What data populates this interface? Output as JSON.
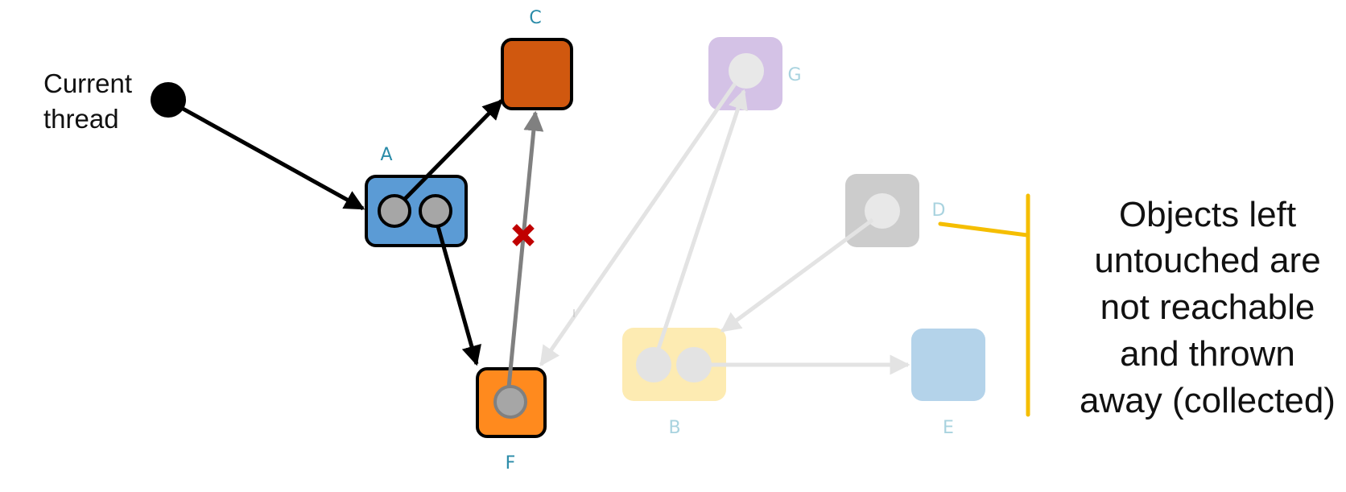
{
  "diagram": {
    "thread_label": {
      "line1": "Current",
      "line2": "thread"
    },
    "nodes": {
      "A": {
        "label": "A",
        "fill": "#5B9BD5",
        "state": "reachable"
      },
      "C": {
        "label": "C",
        "fill": "#D0580F",
        "state": "reachable"
      },
      "F": {
        "label": "F",
        "fill": "#FF8A1E",
        "state": "reachable"
      },
      "G": {
        "label": "G",
        "fill": "#D4C2E6",
        "state": "unreachable"
      },
      "D": {
        "label": "D",
        "fill": "#CCCCCC",
        "state": "unreachable"
      },
      "B": {
        "label": "B",
        "fill": "#FDEBB2",
        "state": "unreachable"
      },
      "E": {
        "label": "E",
        "fill": "#B4D3EA",
        "state": "unreachable"
      }
    },
    "edges": [
      {
        "from": "thread",
        "to": "A",
        "state": "active"
      },
      {
        "from": "A",
        "to": "C",
        "state": "active"
      },
      {
        "from": "A",
        "to": "F",
        "state": "active"
      },
      {
        "from": "F",
        "to": "C",
        "state": "broken"
      },
      {
        "from": "G",
        "to": "F",
        "state": "faded"
      },
      {
        "from": "B",
        "to": "G",
        "state": "faded"
      },
      {
        "from": "D",
        "to": "B",
        "state": "faded"
      },
      {
        "from": "B",
        "to": "E",
        "state": "faded"
      }
    ],
    "broken_marker_icon": "red-x-icon",
    "note": {
      "lines": [
        "Objects left",
        "untouched are",
        "not reachable",
        "and thrown",
        "away (collected)"
      ]
    },
    "colors": {
      "label_active": "#2A8BA8",
      "label_faded": "#A9D3DF",
      "edge_active": "#000000",
      "edge_broken": "#808080",
      "edge_faded": "#E3E3E3",
      "bracket": "#F5BE00",
      "broken_marker": "#C00000"
    }
  }
}
